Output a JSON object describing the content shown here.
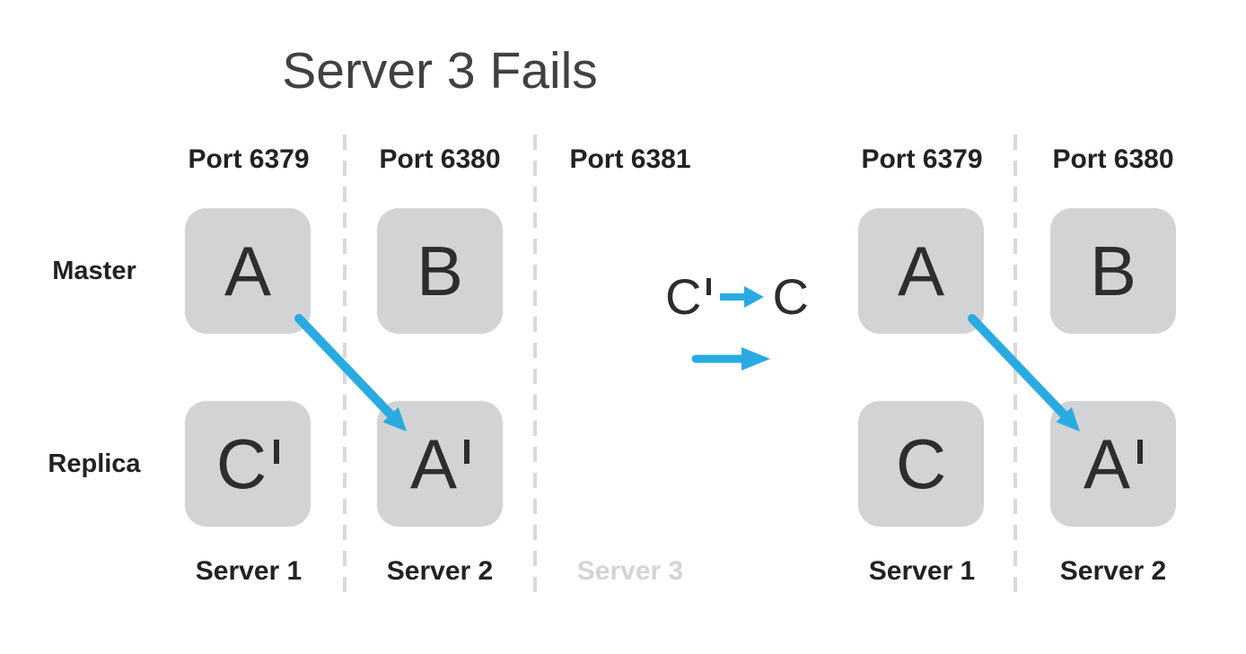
{
  "title": "Server 3 Fails",
  "colors": {
    "accent_blue": "#29abe2",
    "node_fill": "#d2d3d4",
    "letter_color": "#2d2d30",
    "label_color": "#232122",
    "faded_label_color": "#d4d4d5",
    "divider_color": "#d9d9d9"
  },
  "row_labels": {
    "master": "Master",
    "replica": "Replica"
  },
  "left_group": {
    "ports": [
      "Port 6379",
      "Port 6380",
      "Port 6381"
    ],
    "servers": [
      "Server 1",
      "Server 2",
      "Server 3"
    ],
    "master_nodes": [
      {
        "letter": "A",
        "prime": ""
      },
      {
        "letter": "B",
        "prime": ""
      }
    ],
    "replica_nodes": [
      {
        "letter": "C",
        "prime": "'"
      },
      {
        "letter": "A",
        "prime": "'"
      }
    ]
  },
  "transition": {
    "from_letter": "C",
    "from_prime": "'",
    "to_letter": "C"
  },
  "right_group": {
    "ports": [
      "Port 6379",
      "Port 6380"
    ],
    "servers": [
      "Server 1",
      "Server 2"
    ],
    "master_nodes": [
      {
        "letter": "A",
        "prime": ""
      },
      {
        "letter": "B",
        "prime": ""
      }
    ],
    "replica_nodes": [
      {
        "letter": "C",
        "prime": ""
      },
      {
        "letter": "A",
        "prime": "'"
      }
    ]
  }
}
